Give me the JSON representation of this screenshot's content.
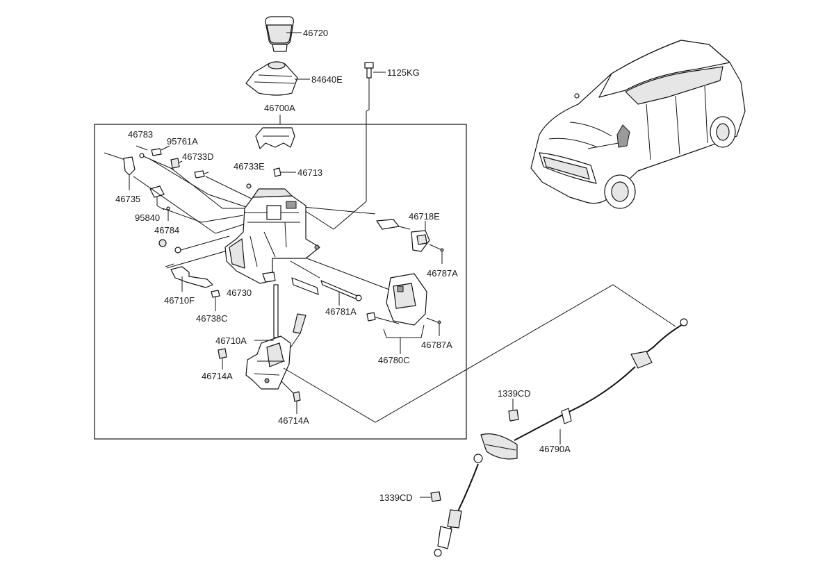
{
  "labels": {
    "l_46720": "46720",
    "l_84640E": "84640E",
    "l_1125KG": "1125KG",
    "l_46700A": "46700A",
    "l_46783": "46783",
    "l_95761A": "95761A",
    "l_46733D": "46733D",
    "l_46733E": "46733E",
    "l_46713": "46713",
    "l_46735": "46735",
    "l_95840": "95840",
    "l_46784": "46784",
    "l_46718E": "46718E",
    "l_46787A_1": "46787A",
    "l_46730": "46730",
    "l_46710F": "46710F",
    "l_46738C": "46738C",
    "l_46781A": "46781A",
    "l_46787A_2": "46787A",
    "l_46710A": "46710A",
    "l_46780C": "46780C",
    "l_46714A_1": "46714A",
    "l_46714A_2": "46714A",
    "l_1339CD_1": "1339CD",
    "l_46790A": "46790A",
    "l_1339CD_2": "1339CD"
  },
  "icons": {
    "vehicle": "suv-vehicle-icon",
    "knob": "shift-knob-icon",
    "boot": "shift-boot-icon",
    "cable": "shift-cable-icon"
  },
  "colors": {
    "line": "#111111",
    "background": "#ffffff"
  }
}
